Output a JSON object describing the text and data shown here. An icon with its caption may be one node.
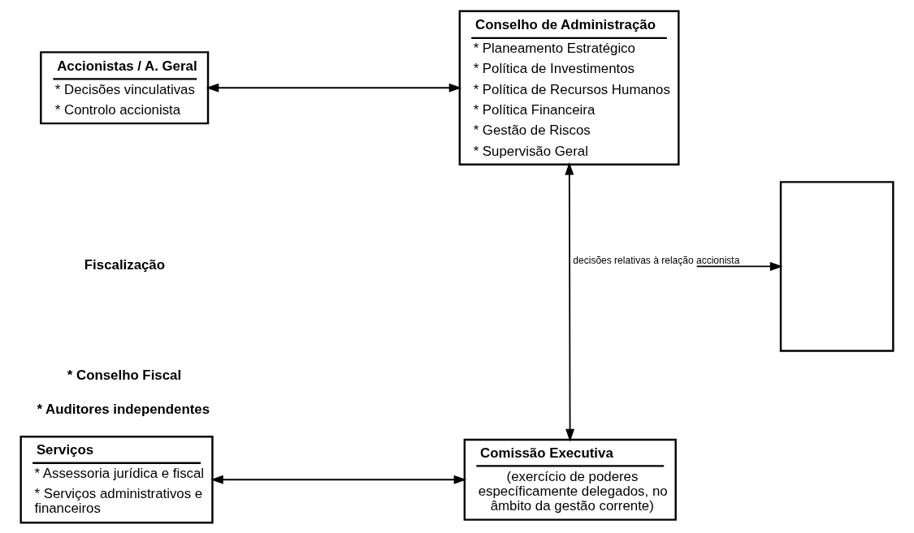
{
  "diagram": {
    "nodes": [
      {
        "text": [
          "Accionistas / A. Geral",
          "* Decisões vinculativas",
          "* Controlo accionista"
        ]
      },
      {
        "text": [
          "Conselho de Administração",
          "* Planeamento Estratégico",
          "* Política de Investimentos",
          "* Política de Recursos Humanos",
          "* Política Financeira",
          "* Gestão de Riscos",
          "* Supervisão Geral"
        ]
      },
      {
        "text": [],
        "shape": "box"
      },
      {
        "text": [
          "Serviços",
          "* Assessoria jurídica e fiscal",
          "* Serviços administrativos e financeiros"
        ]
      },
      {
        "text": [
          "Comissão Executiva",
          "(exercício de poderes específicamente delegados, no âmbito da gestão corrente)"
        ]
      }
    ],
    "edges": [
      {
        "from": 0,
        "to": 1,
        "arrow": "both"
      },
      {
        "from": 1,
        "to": 4,
        "arrow": "both"
      },
      {
        "from": null,
        "to": 2,
        "arrow": "to",
        "label": "decisões relativas à relação accionista"
      },
      {
        "from": 3,
        "to": 4,
        "arrow": "both"
      }
    ],
    "labels": [
      "Fiscalização",
      "* Conselho Fiscal",
      "* Auditores independentes"
    ]
  }
}
